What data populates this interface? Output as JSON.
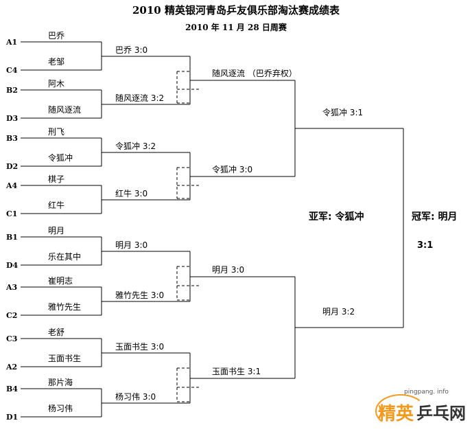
{
  "title": "2010 精英银河青岛乒友俱乐部淘汰赛成绩表",
  "subtitle": "2010 年 11 月 28 日周赛",
  "round1": [
    {
      "seed_top": "A1",
      "seed_bottom": "C4",
      "top": "巴乔",
      "bottom": "老邹",
      "result": "巴乔 3:0"
    },
    {
      "seed_top": "B2",
      "seed_bottom": "D3",
      "top": "阿木",
      "bottom": "随风逐流",
      "result": "随风逐流 3:2"
    },
    {
      "seed_top": "B3",
      "seed_bottom": "D2",
      "top": "刑飞",
      "bottom": "令狐冲",
      "result": "令狐冲 3:2"
    },
    {
      "seed_top": "A4",
      "seed_bottom": "C1",
      "top": "棋子",
      "bottom": "红牛",
      "result": "红牛 3:0"
    },
    {
      "seed_top": "B1",
      "seed_bottom": "D4",
      "top": "明月",
      "bottom": "乐在其中",
      "result": "明月 3:0"
    },
    {
      "seed_top": "A3",
      "seed_bottom": "C2",
      "top": "崔明志",
      "bottom": "雅竹先生",
      "result": "雅竹先生 3:0"
    },
    {
      "seed_top": "C3",
      "seed_bottom": "A2",
      "top": "老舒",
      "bottom": "玉面书生",
      "result": "玉面书生 3:0"
    },
    {
      "seed_top": "B4",
      "seed_bottom": "D1",
      "top": "那片海",
      "bottom": "杨习伟",
      "result": "杨习伟 3:0"
    }
  ],
  "round2": [
    "随风逐流 （巴乔弃权）",
    "令狐冲 3:0",
    "明月 3:0",
    "玉面书生 3:1"
  ],
  "semifinal": [
    "令狐冲 3:1",
    "明月 3:2"
  ],
  "runner_up": "亚军: 令狐冲",
  "champion": "冠军: 明月",
  "final_score": "3:1",
  "watermark": {
    "url": "pingpang. info",
    "brand_a": "精英",
    "brand_b": "乒乓网"
  }
}
